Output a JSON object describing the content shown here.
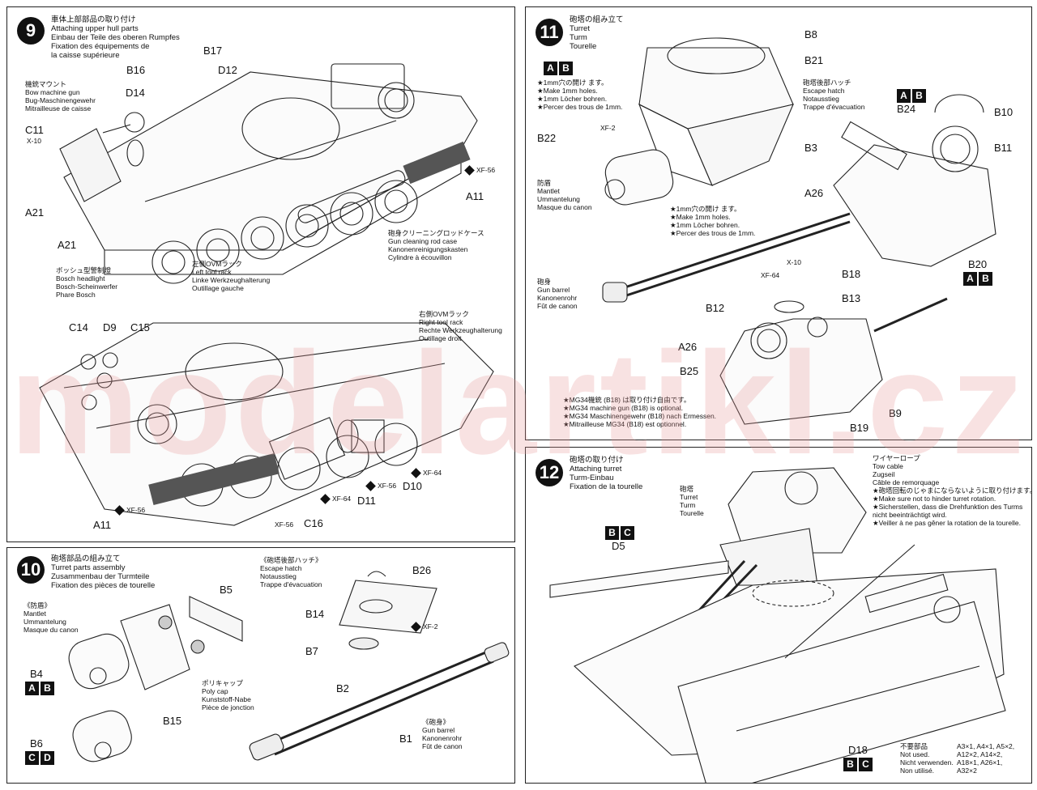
{
  "step9": {
    "number": "9",
    "title": [
      "車体上部部品の取り付け",
      "Attaching upper hull parts",
      "Einbau der Teile des oberen Rumpfes",
      "Fixation des équipements de",
      "la caisse supérieure"
    ],
    "bow_mg": [
      "機銃マウント",
      "Bow machine gun",
      "Bug-Maschinengewehr",
      "Mitrailleuse de caisse"
    ],
    "cleaning_rod": [
      "砲身クリーニングロッドケース",
      "Gun cleaning rod case",
      "Kanonenreinigungskasten",
      "Cylindre à écouvillon"
    ],
    "left_rack": [
      "左側OVMラック",
      "Left tool rack",
      "Linke Werkzeughalterung",
      "Outillage gauche"
    ],
    "headlight": [
      "ボッシュ型警制燈",
      "Bosch headlight",
      "Bosch-Scheinwerfer",
      "Phare Bosch"
    ],
    "right_rack": [
      "右側OVMラック",
      "Right tool rack",
      "Rechte Werkzeughalterung",
      "Outillage droit"
    ],
    "labels": {
      "b17": "B17",
      "b16": "B16",
      "d12": "D12",
      "d14": "D14",
      "c11": "C11",
      "x10": "X-10",
      "a21a": "A21",
      "a21b": "A21",
      "a11a": "A11",
      "a11b": "A11",
      "xf56a": "XF-56",
      "c14": "C14",
      "d9": "D9",
      "c15": "C15",
      "d10": "D10",
      "d11": "D11",
      "c16": "C16",
      "xf56b": "XF-56",
      "xf56c": "XF-56",
      "xf56d": "XF-56",
      "xf64a": "XF-64",
      "xf64b": "XF-64"
    }
  },
  "step10": {
    "number": "10",
    "title": [
      "砲塔部品の組み立て",
      "Turret parts assembly",
      "Zusammenbau der Turmteile",
      "Fixation des pièces de tourelle"
    ],
    "mantlet": [
      "《防盾》",
      "Mantlet",
      "Ummantelung",
      "Masque du canon"
    ],
    "hatch": [
      "《砲塔後部ハッチ》",
      "Escape hatch",
      "Notausstieg",
      "Trappe d'évacuation"
    ],
    "polycap": [
      "ポリキャップ",
      "Poly cap",
      "Kunststoff-Nabe",
      "Pièce de jonction"
    ],
    "barrel": [
      "《砲身》",
      "Gun barrel",
      "Kanonenrohr",
      "Fût de canon"
    ],
    "labels": {
      "b5": "B5",
      "b4": "B4",
      "b15": "B15",
      "b6": "B6",
      "b26": "B26",
      "b14": "B14",
      "b7": "B7",
      "b2": "B2",
      "b1": "B1",
      "xf2": "XF-2"
    },
    "code_b4": [
      "A",
      "B"
    ],
    "code_b6": [
      "C",
      "D"
    ]
  },
  "step11": {
    "number": "11",
    "title": [
      "砲塔の組み立て",
      "Turret",
      "Turm",
      "Tourelle"
    ],
    "code_top": [
      "A",
      "B"
    ],
    "drill1": [
      "★1mm穴の開け ます。",
      "★Make 1mm holes.",
      "★1mm Löcher bohren.",
      "★Percer des trous de 1mm."
    ],
    "drill2": [
      "★1mm穴の開け ます。",
      "★Make 1mm holes.",
      "★1mm Löcher bohren.",
      "★Percer des trous de 1mm."
    ],
    "mantlet": [
      "防盾",
      "Mantlet",
      "Ummantelung",
      "Masque du canon"
    ],
    "hatch": [
      "砲塔後部ハッチ",
      "Escape hatch",
      "Notausstieg",
      "Trappe d'évacuation"
    ],
    "barrel": [
      "砲身",
      "Gun barrel",
      "Kanonenrohr",
      "Fût de canon"
    ],
    "mg_note": [
      "★MG34機銃 (B18) は取り付け自由です。",
      "★MG34 machine gun (B18) is optional.",
      "★MG34 Maschinengewehr (B18) nach Ermessen.",
      "★Mitrailleuse MG34 (B18) est optionnel."
    ],
    "labels": {
      "b8": "B8",
      "b21": "B21",
      "b22": "B22",
      "xf2": "XF-2",
      "b24": "B24",
      "b10": "B10",
      "b11": "B11",
      "b3": "B3",
      "a26a": "A26",
      "b20": "B20",
      "x10": "X-10",
      "xf64": "XF-64",
      "b18": "B18",
      "b12": "B12",
      "b13": "B13",
      "a26b": "A26",
      "b25": "B25",
      "b9": "B9",
      "b19": "B19"
    },
    "code_b24": [
      "A",
      "B"
    ],
    "code_b20": [
      "A",
      "B"
    ]
  },
  "step12": {
    "number": "12",
    "title": [
      "砲塔の取り付け",
      "Attaching turret",
      "Turm-Einbau",
      "Fixation de la tourelle"
    ],
    "turret": [
      "砲塔",
      "Turret",
      "Turm",
      "Tourelle"
    ],
    "tow": [
      "ワイヤーロープ",
      "Tow cable",
      "Zugseil",
      "Câble de remorquage"
    ],
    "tow_note": [
      "★砲塔回転のじゃまにならないように取り付けます。",
      "★Make sure not to hinder turret rotation.",
      "★Sicherstellen, dass die Drehfunktion des Turms",
      "nicht beeinträchtigt wird.",
      "★Veiller à ne pas gêner la rotation de la tourelle."
    ],
    "labels": {
      "d5": "D5",
      "d18": "D18"
    },
    "code_d5": [
      "B",
      "C"
    ],
    "code_d18": [
      "B",
      "C"
    ],
    "notused_labels": [
      "不要部品",
      "Not used.",
      "Nicht verwenden.",
      "Non utilisé."
    ],
    "notused_parts": [
      "A3×1, A4×1, A5×2,",
      "A12×2, A14×2,",
      "A18×1, A26×1,",
      "A32×2"
    ]
  },
  "watermark": "modelartikl.cz",
  "colors": {
    "ink": "#111111",
    "watermark": "#e69696",
    "background": "#ffffff"
  }
}
